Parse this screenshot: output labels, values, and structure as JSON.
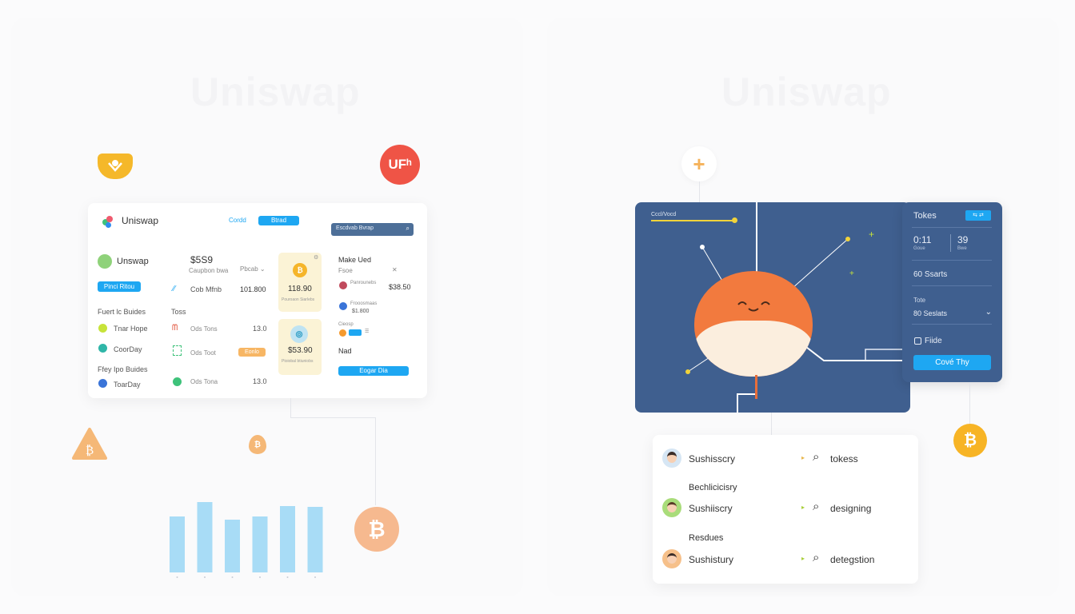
{
  "left": {
    "watermark": "Uniswap",
    "badge_top_right": "UFʰ",
    "window": {
      "app_title": "Uniswap",
      "nav_link": "Cordd",
      "nav_button": "Btrad",
      "search_placeholder": "Escdvab Bvrap",
      "account_name": "Unswap",
      "account_button": "Pinci Ritou",
      "section_1": "Fuert lc Buides",
      "section_1_items": [
        "Tnar Hope",
        "CoorDay"
      ],
      "section_2": "Ffey Ipo Buides",
      "section_2_items": [
        "ToarDay"
      ],
      "price_main": "$5S9",
      "price_sub": "Caupbon bwa",
      "pair_label": "Cob Mfnb",
      "pair_value": "101.800",
      "dropdown": "Pbcab",
      "tokens_label": "Toss",
      "token_rows": [
        {
          "name": "Ods Tons",
          "value": "13.0"
        },
        {
          "name": "Ods Toot",
          "value": ""
        },
        {
          "name": "Ods Tona",
          "value": "13.0"
        }
      ],
      "pill": "Eonlo",
      "card_a_value": "118.90",
      "card_a_sub": "Pouroaon Siarlebs",
      "card_b_value": "$53.90",
      "card_b_sub": "Ptoiobal btiuniobs",
      "right_col_title": "Make Ued",
      "right_col_sub": "Fsoe",
      "right_items": [
        {
          "label": "Panrounebs",
          "value": "$38.50"
        },
        {
          "label": "Frooosmaas",
          "value": "$1.800"
        },
        {
          "label": "Cieosp",
          "value": ""
        }
      ],
      "right_nad": "Nad",
      "right_button": "Eogar Dia"
    }
  },
  "right": {
    "watermark": "Uniswap",
    "scene_label": "Cccl/Vocd",
    "side_panel": {
      "title": "Tokes",
      "stat_a": "0:11",
      "stat_a_sub": "Goue",
      "stat_b": "39",
      "stat_b_sub": "Bwe",
      "row_1": "60 Ssarts",
      "field_label": "Tote",
      "select_value": "80 Seslats",
      "checkbox_label": "Fiide",
      "button": "Cové Thy"
    },
    "list": [
      {
        "name": "Sushisscry",
        "action": "tokess",
        "heading": ""
      },
      {
        "name": "Sushiiscry",
        "action": "designing",
        "heading": "Bechlicicisry"
      },
      {
        "name": "Sushistury",
        "action": "detegstion",
        "heading": "Resdues"
      }
    ]
  },
  "colors": {
    "accent_blue": "#1ea7f2",
    "navy": "#3f5f8f",
    "orange": "#f27a3e",
    "bitcoin": "#f7b425"
  },
  "chart_data": {
    "type": "bar",
    "categories": [
      "",
      "",
      "",
      "",
      "",
      ""
    ],
    "values": [
      70,
      88,
      66,
      70,
      83,
      82
    ],
    "title": "",
    "xlabel": "",
    "ylabel": "",
    "ylim": [
      0,
      100
    ]
  }
}
